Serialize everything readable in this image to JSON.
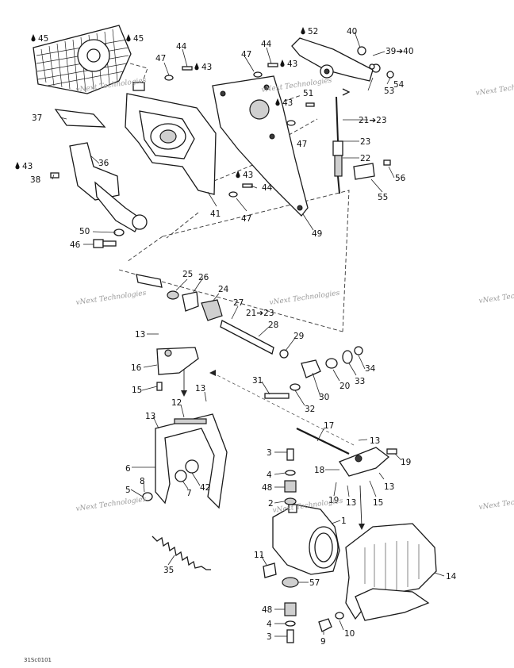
{
  "diagram": {
    "callouts": [
      {
        "text": "45",
        "drop": true
      },
      {
        "text": "45",
        "drop": true
      },
      {
        "text": "47"
      },
      {
        "text": "44"
      },
      {
        "text": "43",
        "drop": true
      },
      {
        "text": "47"
      },
      {
        "text": "44"
      },
      {
        "text": "43",
        "drop": true
      },
      {
        "text": "52",
        "drop": true
      },
      {
        "text": "40"
      },
      {
        "text": "39➔40"
      },
      {
        "text": "54"
      },
      {
        "text": "53"
      },
      {
        "text": "51"
      },
      {
        "text": "43",
        "drop": true
      },
      {
        "text": "21➔23"
      },
      {
        "text": "23"
      },
      {
        "text": "22"
      },
      {
        "text": "47"
      },
      {
        "text": "37"
      },
      {
        "text": "36"
      },
      {
        "text": "43",
        "drop": true
      },
      {
        "text": "38"
      },
      {
        "text": "43",
        "drop": true
      },
      {
        "text": "44"
      },
      {
        "text": "41"
      },
      {
        "text": "47"
      },
      {
        "text": "56"
      },
      {
        "text": "55"
      },
      {
        "text": "49"
      },
      {
        "text": "50"
      },
      {
        "text": "46"
      },
      {
        "text": "25"
      },
      {
        "text": "26"
      },
      {
        "text": "24"
      },
      {
        "text": "27"
      },
      {
        "text": "21➔23"
      },
      {
        "text": "28"
      },
      {
        "text": "29"
      },
      {
        "text": "13"
      },
      {
        "text": "16"
      },
      {
        "text": "15"
      },
      {
        "text": "34"
      },
      {
        "text": "20"
      },
      {
        "text": "33"
      },
      {
        "text": "31"
      },
      {
        "text": "30"
      },
      {
        "text": "32"
      },
      {
        "text": "13"
      },
      {
        "text": "12"
      },
      {
        "text": "13"
      },
      {
        "text": "17"
      },
      {
        "text": "13"
      },
      {
        "text": "3"
      },
      {
        "text": "19"
      },
      {
        "text": "4"
      },
      {
        "text": "18"
      },
      {
        "text": "6"
      },
      {
        "text": "48"
      },
      {
        "text": "13"
      },
      {
        "text": "42"
      },
      {
        "text": "8"
      },
      {
        "text": "5"
      },
      {
        "text": "7"
      },
      {
        "text": "19"
      },
      {
        "text": "13"
      },
      {
        "text": "15"
      },
      {
        "text": "2"
      },
      {
        "text": "1"
      },
      {
        "text": "35"
      },
      {
        "text": "11"
      },
      {
        "text": "14"
      },
      {
        "text": "57"
      },
      {
        "text": "48"
      },
      {
        "text": "4"
      },
      {
        "text": "10"
      },
      {
        "text": "3"
      },
      {
        "text": "9"
      }
    ],
    "watermark": "vNext Technologies",
    "figure_code": "31Sc0101"
  }
}
